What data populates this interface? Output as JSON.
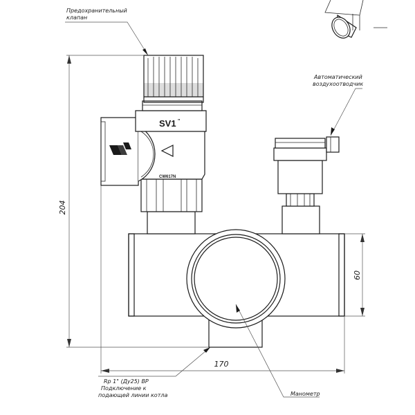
{
  "labels": {
    "safety_valve_line1": "Предохранительный",
    "safety_valve_line2": "клапан",
    "air_vent_line1": "Автоматический",
    "air_vent_line2": "воздухоотводчик",
    "connection_line1": "Rp 1\" (Ду25) ВР",
    "connection_line2": "Подключение к",
    "connection_line3": "подающей линии котла",
    "gauge": "Манометр"
  },
  "markings": {
    "valve_model": "SV1",
    "valve_model_sup": "\"",
    "valve_code": "CW617N"
  },
  "dimensions": {
    "height": "204",
    "body_height": "60",
    "width": "170"
  }
}
